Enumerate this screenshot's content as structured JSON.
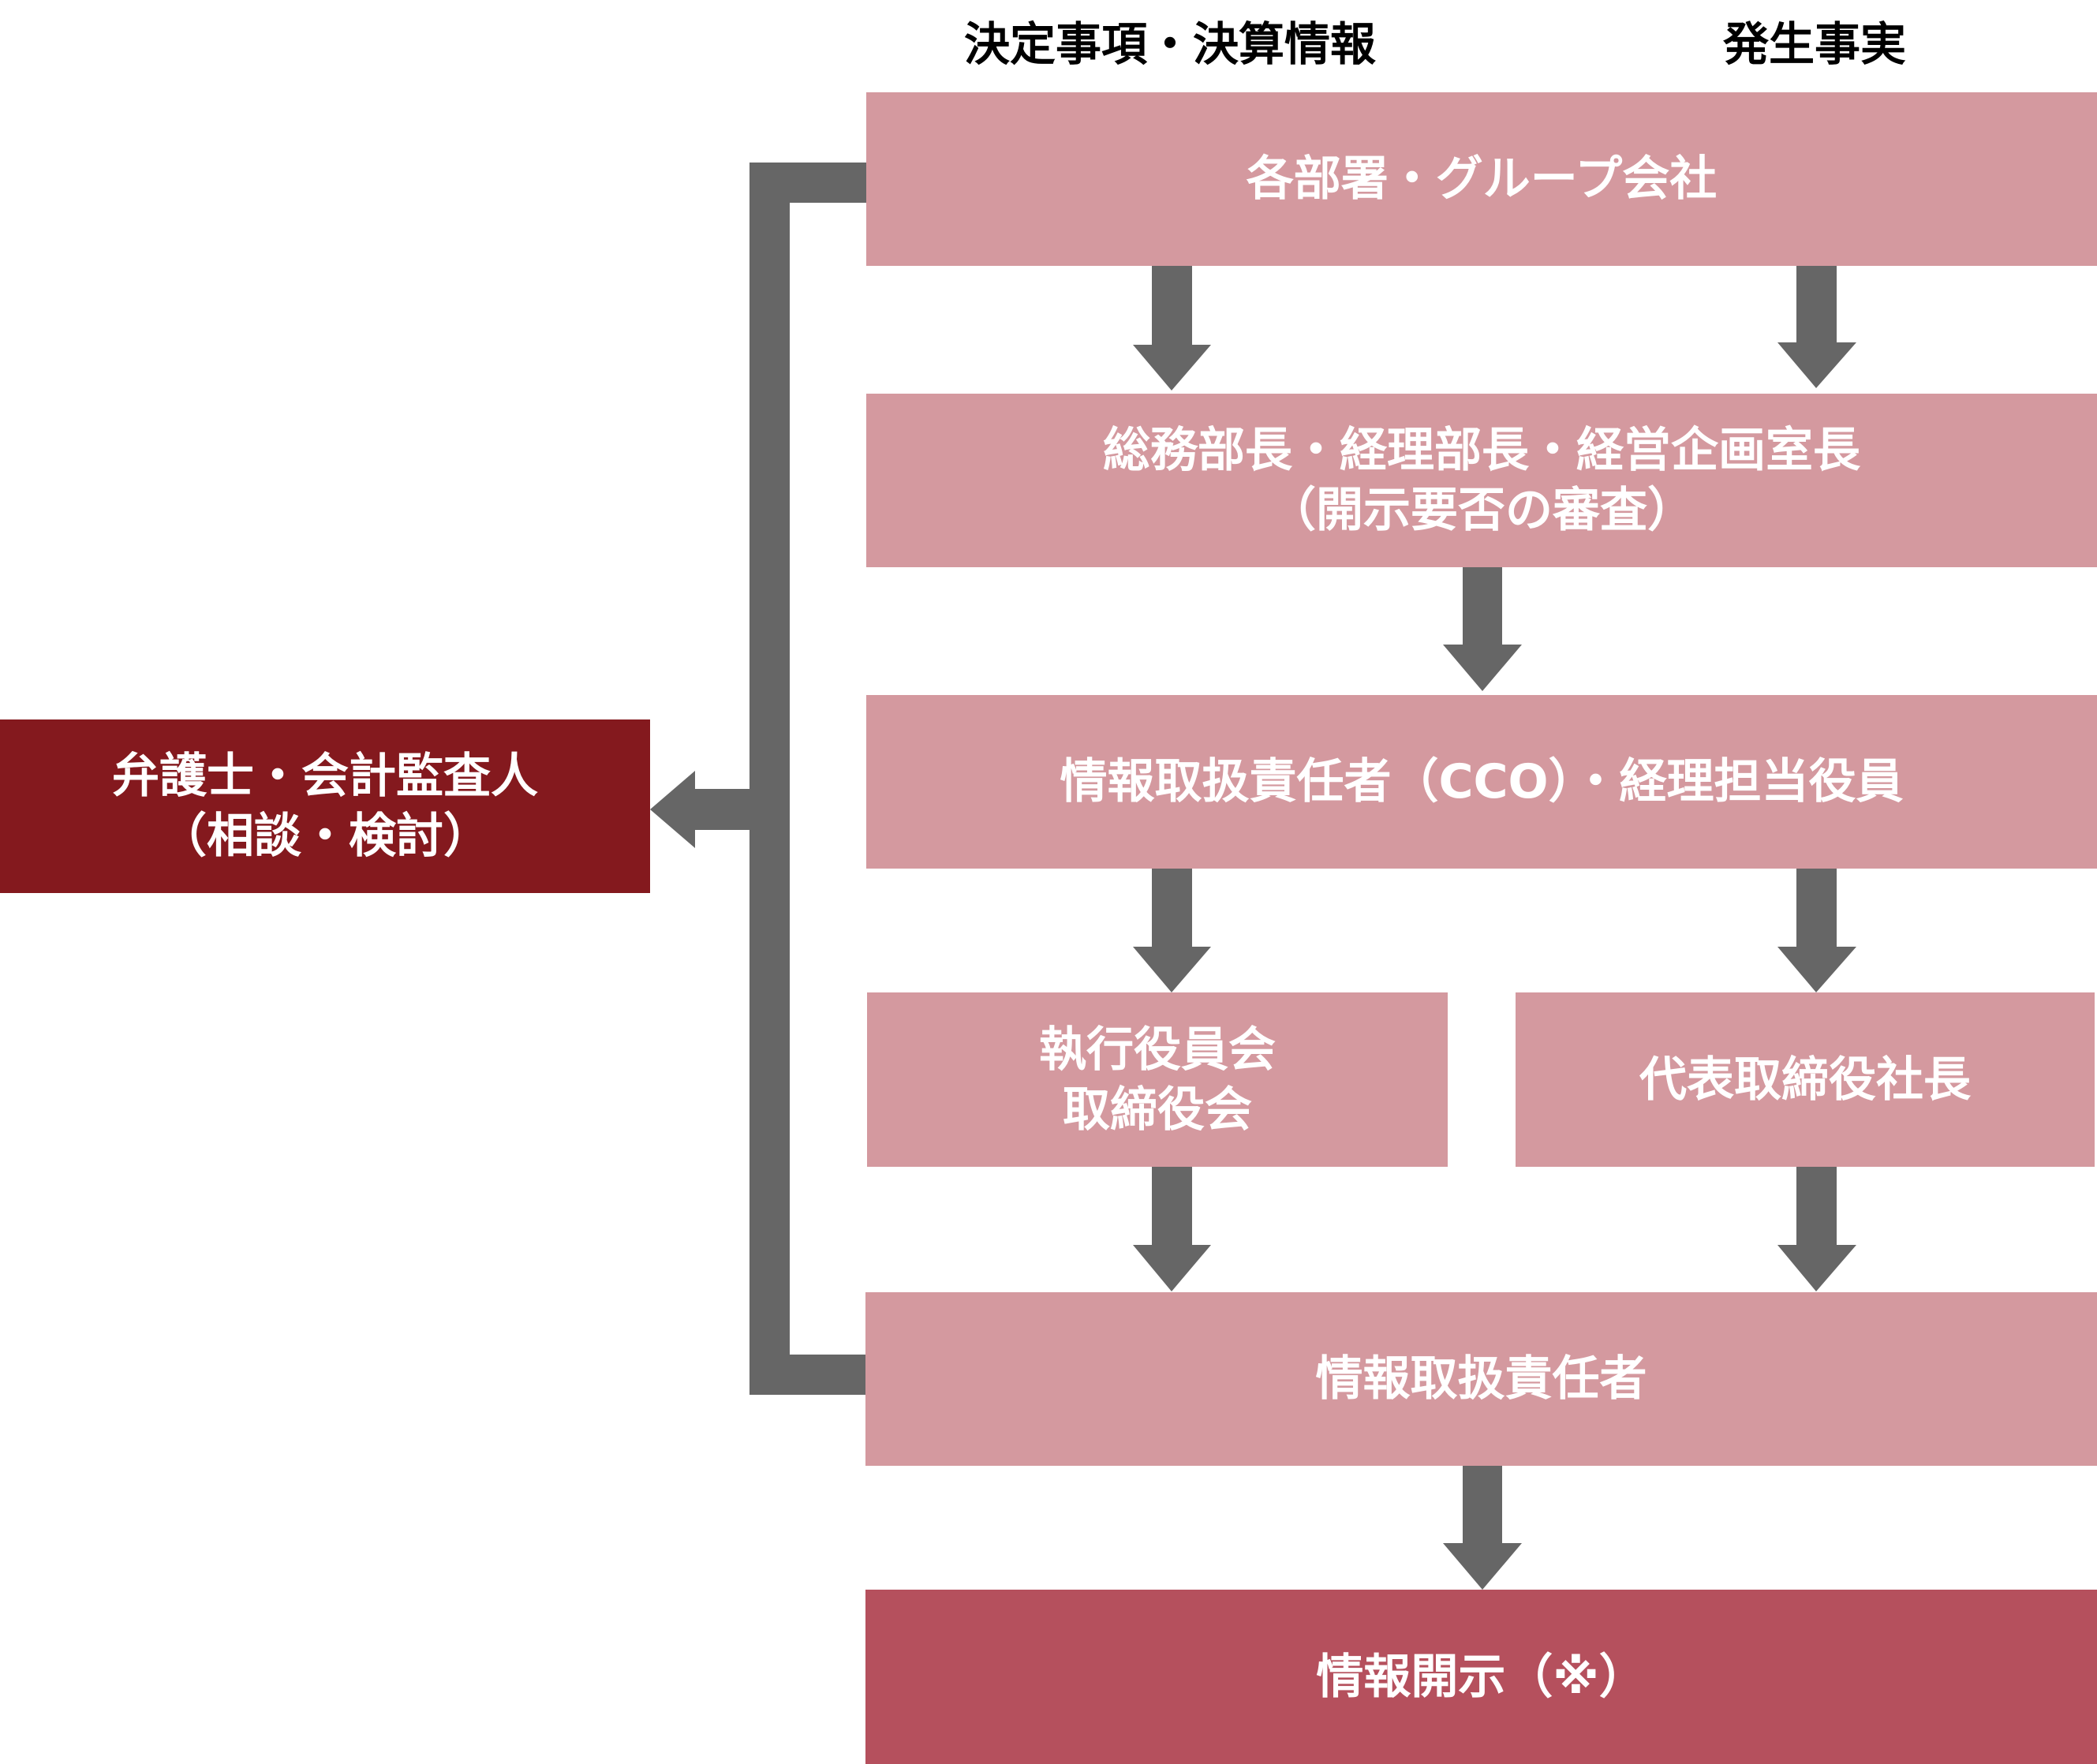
{
  "headers": {
    "decisions": "決定事項・決算情報",
    "occurrences": "発生事実"
  },
  "nodes": {
    "departments": {
      "lines": [
        "各部署・グループ会社"
      ]
    },
    "review": {
      "lines": [
        "総務部長・経理部長・経営企画室長",
        "（開示要否の審査）"
      ]
    },
    "cco": {
      "lines": [
        "情報取扱責任者（CCO）・経理担当役員"
      ]
    },
    "board": {
      "lines": [
        "執行役員会",
        "取締役会"
      ]
    },
    "president": {
      "lines": [
        "代表取締役社長"
      ]
    },
    "officer": {
      "lines": [
        "情報取扱責任者"
      ]
    },
    "disclosure": {
      "lines": [
        "情報開示（※）"
      ]
    },
    "advisors": {
      "lines": [
        "弁護士・会計監査人",
        "（相談・検討）"
      ]
    }
  },
  "edges": [
    {
      "from": "departments",
      "to": "review",
      "column": "decisions"
    },
    {
      "from": "departments",
      "to": "review",
      "column": "occurrences"
    },
    {
      "from": "review",
      "to": "cco"
    },
    {
      "from": "cco",
      "to": "board",
      "column": "decisions"
    },
    {
      "from": "cco",
      "to": "president",
      "column": "occurrences"
    },
    {
      "from": "board",
      "to": "officer"
    },
    {
      "from": "president",
      "to": "officer"
    },
    {
      "from": "officer",
      "to": "disclosure"
    },
    {
      "from": "departments",
      "to": "advisors",
      "via": "left-bracket"
    },
    {
      "from": "officer",
      "to": "advisors",
      "via": "left-bracket"
    }
  ],
  "colors": {
    "node": "#d4999f",
    "advisors": "#84191e",
    "disclosure": "#b5505d",
    "arrow": "#666666",
    "node_text": "#ffffff",
    "header_text": "#000000"
  }
}
